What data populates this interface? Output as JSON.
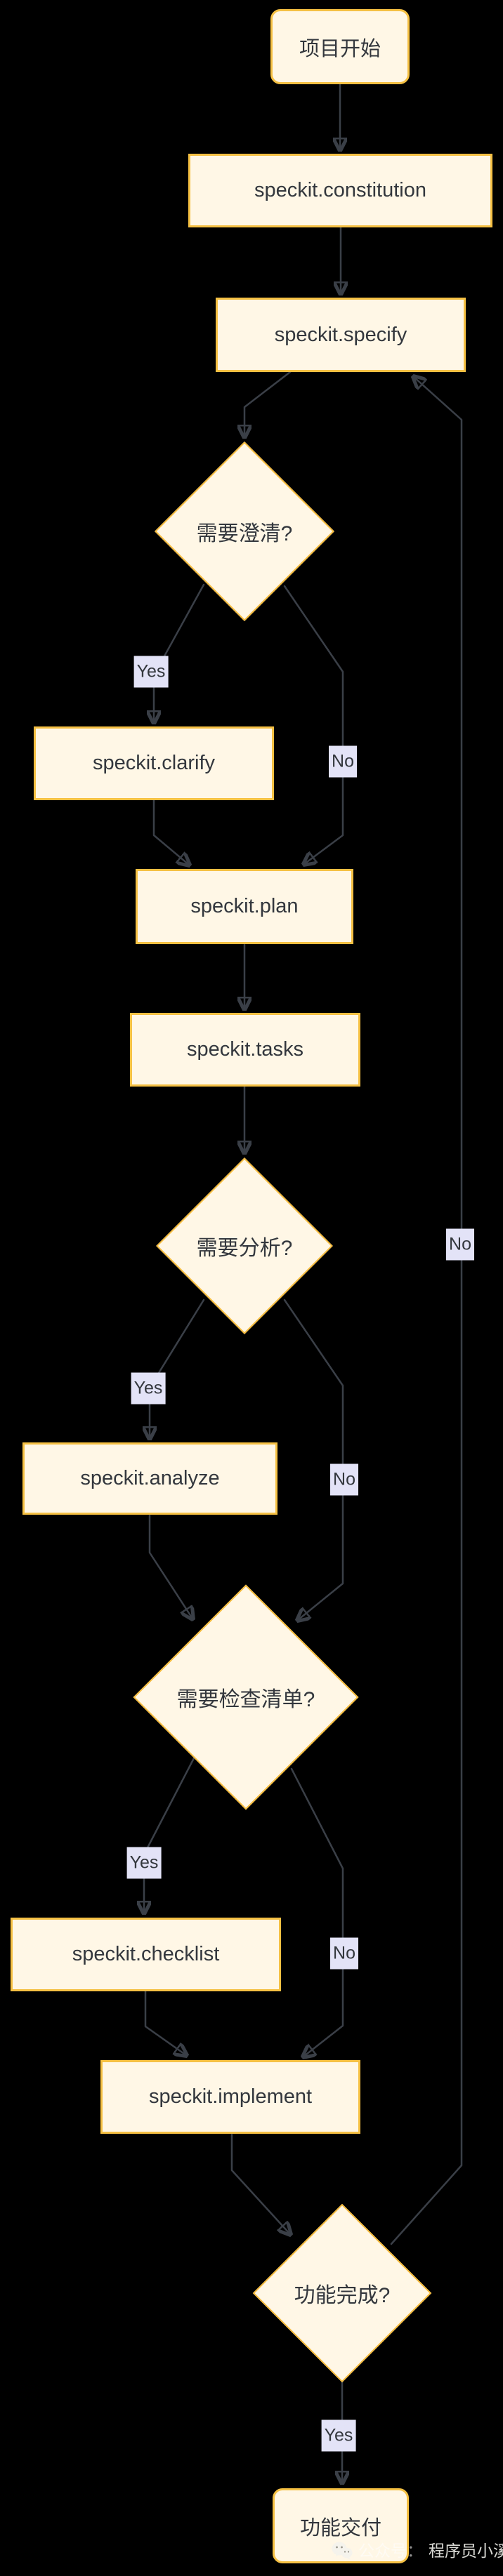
{
  "diagram": {
    "type": "flowchart",
    "direction": "top-down",
    "colors": {
      "background": "#000000",
      "node_fill": "#FFF7E6",
      "node_border": "#F5C043",
      "edge": "#3A3F47",
      "edge_label_bg": "#E3E3F7",
      "text": "#33373D",
      "watermark_text": "#D9D9D4"
    },
    "nodes": {
      "start": {
        "label": "项目开始",
        "shape": "rounded-rect"
      },
      "constitution": {
        "label": "speckit.constitution",
        "shape": "rect"
      },
      "specify": {
        "label": "speckit.specify",
        "shape": "rect"
      },
      "clarify_q": {
        "label": "需要澄清?",
        "shape": "diamond"
      },
      "clarify": {
        "label": "speckit.clarify",
        "shape": "rect"
      },
      "plan": {
        "label": "speckit.plan",
        "shape": "rect"
      },
      "tasks": {
        "label": "speckit.tasks",
        "shape": "rect"
      },
      "analyze_q": {
        "label": "需要分析?",
        "shape": "diamond"
      },
      "analyze": {
        "label": "speckit.analyze",
        "shape": "rect"
      },
      "checklist_q": {
        "label": "需要检查清单?",
        "shape": "diamond"
      },
      "checklist": {
        "label": "speckit.checklist",
        "shape": "rect"
      },
      "implement": {
        "label": "speckit.implement",
        "shape": "rect"
      },
      "done_q": {
        "label": "功能完成?",
        "shape": "diamond"
      },
      "deliver": {
        "label": "功能交付",
        "shape": "rounded-rect"
      }
    },
    "edges": [
      {
        "from": "start",
        "to": "constitution",
        "label": ""
      },
      {
        "from": "constitution",
        "to": "specify",
        "label": ""
      },
      {
        "from": "specify",
        "to": "clarify_q",
        "label": ""
      },
      {
        "from": "clarify_q",
        "to": "clarify",
        "label": "Yes"
      },
      {
        "from": "clarify_q",
        "to": "plan",
        "label": "No"
      },
      {
        "from": "clarify",
        "to": "plan",
        "label": ""
      },
      {
        "from": "plan",
        "to": "tasks",
        "label": ""
      },
      {
        "from": "tasks",
        "to": "analyze_q",
        "label": ""
      },
      {
        "from": "analyze_q",
        "to": "analyze",
        "label": "Yes"
      },
      {
        "from": "analyze_q",
        "to": "checklist_q",
        "label": "No"
      },
      {
        "from": "analyze",
        "to": "checklist_q",
        "label": ""
      },
      {
        "from": "checklist_q",
        "to": "checklist",
        "label": "Yes"
      },
      {
        "from": "checklist_q",
        "to": "implement",
        "label": "No"
      },
      {
        "from": "checklist",
        "to": "implement",
        "label": ""
      },
      {
        "from": "implement",
        "to": "done_q",
        "label": ""
      },
      {
        "from": "done_q",
        "to": "specify",
        "label": "No"
      },
      {
        "from": "done_q",
        "to": "deliver",
        "label": "Yes"
      }
    ],
    "edge_labels": {
      "clarify_yes": "Yes",
      "clarify_no": "No",
      "analyze_yes": "Yes",
      "analyze_no": "No",
      "checklist_yes": "Yes",
      "checklist_no": "No",
      "done_no": "No",
      "done_yes": "Yes"
    },
    "watermark": {
      "icon": "wechat-icon",
      "prefix": "公众号：",
      "name": "程序员小溪"
    }
  }
}
